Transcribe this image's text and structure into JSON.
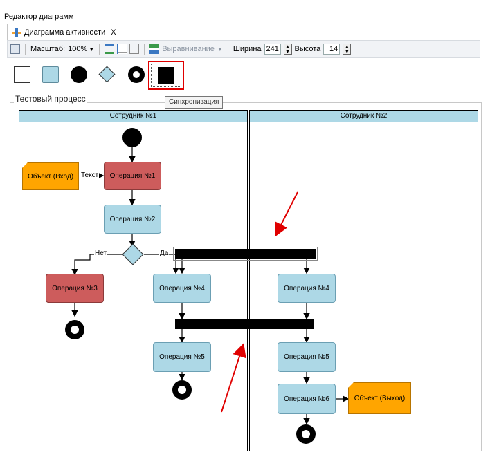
{
  "window": {
    "title": "Редактор диаграмм"
  },
  "tab": {
    "label": "Диаграмма активности",
    "close": "X"
  },
  "toolbar": {
    "scale_label": "Масштаб:",
    "scale_value": "100%",
    "align_label": "Выравнивание",
    "width_label": "Ширина",
    "width_value": "241",
    "height_label": "Высота",
    "height_value": "14"
  },
  "palette": {
    "items": [
      "rect-white-icon",
      "rect-blue-icon",
      "start-node-icon",
      "decision-icon",
      "end-node-icon",
      "sync-bar-icon"
    ],
    "tooltip": "Синхронизация"
  },
  "diagram": {
    "group_title": "Тестовый процесс",
    "lanes": [
      "Сотрудник №1",
      "Сотрудник №2"
    ],
    "nodes": {
      "op1": "Операция №1",
      "op2": "Операция №2",
      "op3": "Операция №3",
      "op4a": "Операция №4",
      "op5a": "Операция №5",
      "op4b": "Операция №4",
      "op5b": "Операция №5",
      "op6": "Операция №6",
      "obj_in": "Объект (Вход)",
      "obj_out": "Объект (Выход)"
    },
    "labels": {
      "text": "Текст",
      "no": "Нет",
      "yes": "Да"
    }
  },
  "colors": {
    "lane_header": "#add8e6",
    "op_blue": "#add8e6",
    "op_red": "#cd5c5c",
    "object": "#ffa500",
    "highlight": "#e00000",
    "arrow_annot": "#e00000"
  }
}
